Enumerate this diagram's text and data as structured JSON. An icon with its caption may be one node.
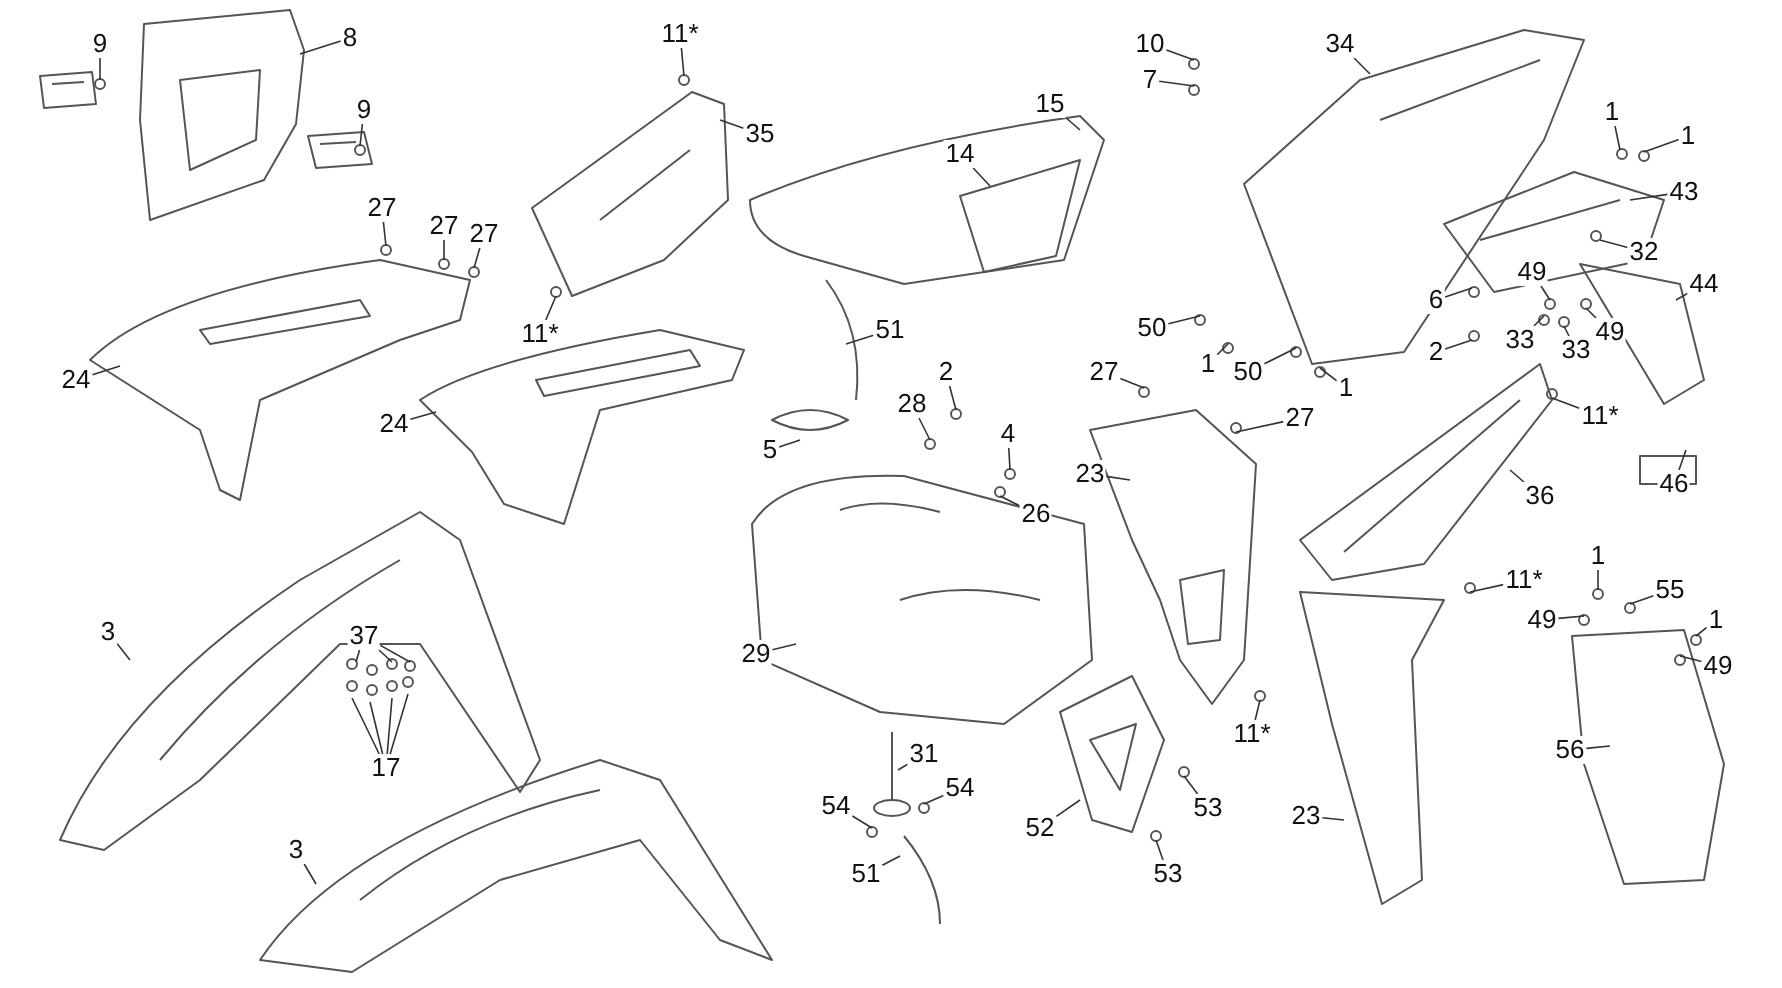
{
  "diagram": {
    "nodes": [
      {
        "text": [
          "9"
        ]
      },
      {
        "text": [
          "8"
        ]
      },
      {
        "text": [
          "9"
        ]
      },
      {
        "text": [
          "11*"
        ]
      },
      {
        "text": [
          "35"
        ]
      },
      {
        "text": [
          "27"
        ]
      },
      {
        "text": [
          "27"
        ]
      },
      {
        "text": [
          "27"
        ]
      },
      {
        "text": [
          "11*"
        ]
      },
      {
        "text": [
          "24"
        ]
      },
      {
        "text": [
          "24"
        ]
      },
      {
        "text": [
          "51"
        ]
      },
      {
        "text": [
          "5"
        ]
      },
      {
        "text": [
          "14"
        ]
      },
      {
        "text": [
          "15"
        ]
      },
      {
        "text": [
          "10"
        ]
      },
      {
        "text": [
          "7"
        ]
      },
      {
        "text": [
          "34"
        ]
      },
      {
        "text": [
          "1"
        ]
      },
      {
        "text": [
          "1"
        ]
      },
      {
        "text": [
          "43"
        ]
      },
      {
        "text": [
          "32"
        ]
      },
      {
        "text": [
          "44"
        ]
      },
      {
        "text": [
          "6"
        ]
      },
      {
        "text": [
          "49"
        ]
      },
      {
        "text": [
          "33"
        ]
      },
      {
        "text": [
          "2"
        ]
      },
      {
        "text": [
          "33"
        ]
      },
      {
        "text": [
          "49"
        ]
      },
      {
        "text": [
          "50"
        ]
      },
      {
        "text": [
          "1"
        ]
      },
      {
        "text": [
          "50"
        ]
      },
      {
        "text": [
          "1"
        ]
      },
      {
        "text": [
          "27"
        ]
      },
      {
        "text": [
          "27"
        ]
      },
      {
        "text": [
          "11*"
        ]
      },
      {
        "text": [
          "46"
        ]
      },
      {
        "text": [
          "2"
        ]
      },
      {
        "text": [
          "28"
        ]
      },
      {
        "text": [
          "4"
        ]
      },
      {
        "text": [
          "26"
        ]
      },
      {
        "text": [
          "23"
        ]
      },
      {
        "text": [
          "36"
        ]
      },
      {
        "text": [
          "11*"
        ]
      },
      {
        "text": [
          "29"
        ]
      },
      {
        "text": [
          "3"
        ]
      },
      {
        "text": [
          "37"
        ]
      },
      {
        "text": [
          "17"
        ]
      },
      {
        "text": [
          "3"
        ]
      },
      {
        "text": [
          "31"
        ]
      },
      {
        "text": [
          "54"
        ]
      },
      {
        "text": [
          "54"
        ]
      },
      {
        "text": [
          "51"
        ]
      },
      {
        "text": [
          "52"
        ]
      },
      {
        "text": [
          "53"
        ]
      },
      {
        "text": [
          "53"
        ]
      },
      {
        "text": [
          "11*"
        ]
      },
      {
        "text": [
          "23"
        ]
      },
      {
        "text": [
          "1"
        ]
      },
      {
        "text": [
          "55"
        ]
      },
      {
        "text": [
          "49"
        ]
      },
      {
        "text": [
          "1"
        ]
      },
      {
        "text": [
          "49"
        ]
      },
      {
        "text": [
          "56"
        ]
      }
    ],
    "edges": [
      {
        "from": 0,
        "to": null,
        "arrow": "none"
      },
      {
        "from": 1,
        "to": null,
        "arrow": "none"
      },
      {
        "from": 2,
        "to": null,
        "arrow": "none"
      },
      {
        "from": 3,
        "to": null,
        "arrow": "none"
      },
      {
        "from": 4,
        "to": null,
        "arrow": "none"
      },
      {
        "from": 5,
        "to": null,
        "arrow": "none"
      },
      {
        "from": 6,
        "to": null,
        "arrow": "none"
      },
      {
        "from": 7,
        "to": null,
        "arrow": "none"
      },
      {
        "from": 8,
        "to": null,
        "arrow": "none"
      },
      {
        "from": 9,
        "to": null,
        "arrow": "none"
      },
      {
        "from": 10,
        "to": null,
        "arrow": "none"
      },
      {
        "from": 11,
        "to": null,
        "arrow": "none"
      },
      {
        "from": 12,
        "to": null,
        "arrow": "none"
      },
      {
        "from": 13,
        "to": null,
        "arrow": "none"
      },
      {
        "from": 14,
        "to": null,
        "arrow": "none"
      },
      {
        "from": 15,
        "to": null,
        "arrow": "none"
      },
      {
        "from": 16,
        "to": null,
        "arrow": "none"
      },
      {
        "from": 17,
        "to": null,
        "arrow": "none"
      },
      {
        "from": 18,
        "to": null,
        "arrow": "none"
      },
      {
        "from": 19,
        "to": null,
        "arrow": "none"
      },
      {
        "from": 20,
        "to": null,
        "arrow": "none"
      },
      {
        "from": 21,
        "to": null,
        "arrow": "none"
      },
      {
        "from": 22,
        "to": null,
        "arrow": "none"
      },
      {
        "from": 23,
        "to": null,
        "arrow": "none"
      },
      {
        "from": 24,
        "to": null,
        "arrow": "none"
      },
      {
        "from": 25,
        "to": null,
        "arrow": "none"
      },
      {
        "from": 26,
        "to": null,
        "arrow": "none"
      },
      {
        "from": 27,
        "to": null,
        "arrow": "none"
      },
      {
        "from": 28,
        "to": null,
        "arrow": "none"
      },
      {
        "from": 29,
        "to": null,
        "arrow": "none"
      },
      {
        "from": 30,
        "to": null,
        "arrow": "none"
      },
      {
        "from": 31,
        "to": null,
        "arrow": "none"
      },
      {
        "from": 32,
        "to": null,
        "arrow": "none"
      },
      {
        "from": 33,
        "to": null,
        "arrow": "none"
      },
      {
        "from": 34,
        "to": null,
        "arrow": "none"
      },
      {
        "from": 35,
        "to": null,
        "arrow": "none"
      },
      {
        "from": 36,
        "to": null,
        "arrow": "none"
      },
      {
        "from": 37,
        "to": null,
        "arrow": "none"
      },
      {
        "from": 38,
        "to": null,
        "arrow": "none"
      },
      {
        "from": 39,
        "to": null,
        "arrow": "none"
      },
      {
        "from": 40,
        "to": null,
        "arrow": "none"
      },
      {
        "from": 41,
        "to": null,
        "arrow": "none"
      },
      {
        "from": 42,
        "to": null,
        "arrow": "none"
      },
      {
        "from": 43,
        "to": null,
        "arrow": "none"
      },
      {
        "from": 44,
        "to": null,
        "arrow": "none"
      },
      {
        "from": 45,
        "to": null,
        "arrow": "none"
      },
      {
        "from": 46,
        "to": null,
        "arrow": "none"
      },
      {
        "from": 46,
        "to": null,
        "arrow": "none"
      },
      {
        "from": 46,
        "to": null,
        "arrow": "none"
      },
      {
        "from": 47,
        "to": null,
        "arrow": "none"
      },
      {
        "from": 47,
        "to": null,
        "arrow": "none"
      },
      {
        "from": 47,
        "to": null,
        "arrow": "none"
      },
      {
        "from": 47,
        "to": null,
        "arrow": "none"
      },
      {
        "from": 48,
        "to": null,
        "arrow": "none"
      },
      {
        "from": 49,
        "to": null,
        "arrow": "none"
      },
      {
        "from": 50,
        "to": null,
        "arrow": "none"
      },
      {
        "from": 51,
        "to": null,
        "arrow": "none"
      },
      {
        "from": 52,
        "to": null,
        "arrow": "none"
      },
      {
        "from": 53,
        "to": null,
        "arrow": "none"
      },
      {
        "from": 54,
        "to": null,
        "arrow": "none"
      },
      {
        "from": 55,
        "to": null,
        "arrow": "none"
      },
      {
        "from": 56,
        "to": null,
        "arrow": "none"
      },
      {
        "from": 57,
        "to": null,
        "arrow": "none"
      },
      {
        "from": 58,
        "to": null,
        "arrow": "none"
      },
      {
        "from": 59,
        "to": null,
        "arrow": "none"
      },
      {
        "from": 60,
        "to": null,
        "arrow": "none"
      },
      {
        "from": 61,
        "to": null,
        "arrow": "none"
      },
      {
        "from": 62,
        "to": null,
        "arrow": "none"
      },
      {
        "from": 63,
        "to": null,
        "arrow": "none"
      }
    ]
  }
}
